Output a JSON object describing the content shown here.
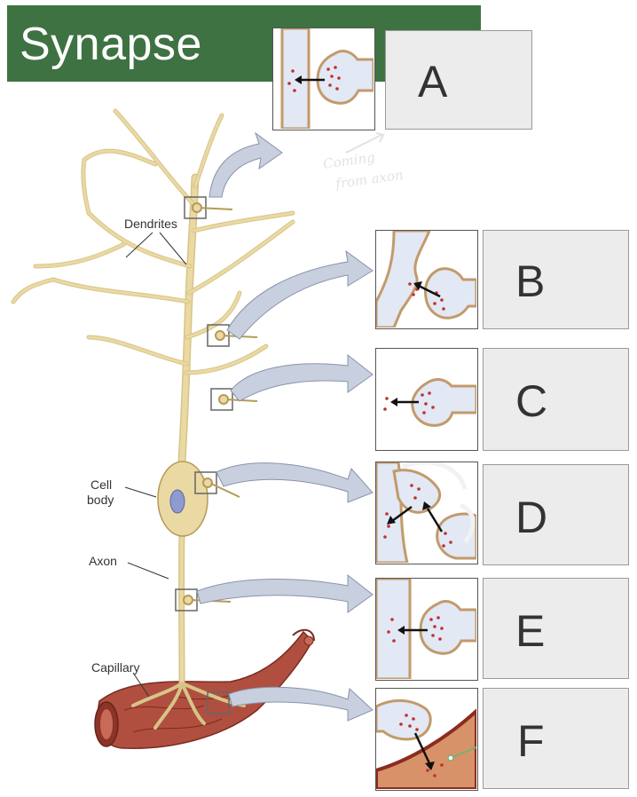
{
  "title": "Synapse",
  "labels": {
    "dendrites": "Dendrites",
    "cell_body_1": "Cell",
    "cell_body_2": "body",
    "axon": "Axon",
    "capillary": "Capillary"
  },
  "handwritten": {
    "line1": "Coming",
    "line2": "from axon"
  },
  "answer_letters": [
    "A",
    "B",
    "C",
    "D",
    "E",
    "F"
  ],
  "colors": {
    "title_bar": "#3e7242",
    "neuron": "#ead9a3",
    "neuron_outline": "#b59a56",
    "capillary": "#b04f40",
    "synapse_outline": "#c29a6b",
    "cleft_fill": "#e2e8f4",
    "dots": "#c03030",
    "arrow_callout": "#c8cfdf"
  }
}
